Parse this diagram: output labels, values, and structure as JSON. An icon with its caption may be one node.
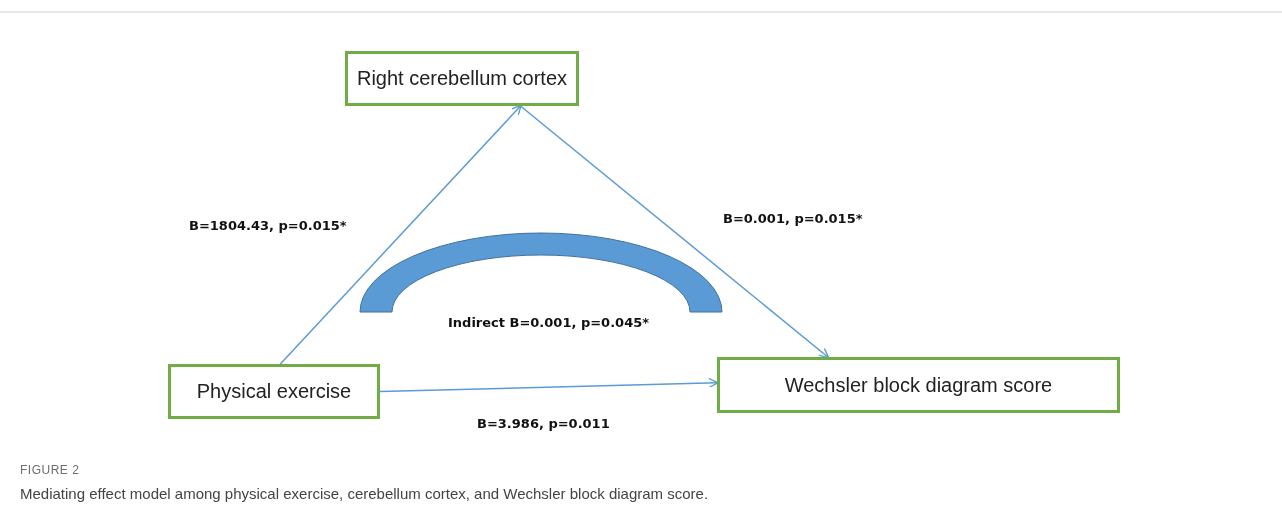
{
  "diagram": {
    "caption": "Mediating effect model among physical exercise, cerebellum cortex, and Wechsler block diagram score.",
    "nodes": [
      {
        "text": [
          "Right cerebellum cortex"
        ]
      },
      {
        "text": [
          "Physical exercise"
        ]
      },
      {
        "text": [
          "Wechsler block diagram score"
        ]
      },
      {
        "text": [],
        "shape": "arch"
      }
    ],
    "edges": [
      {
        "from": 1,
        "to": 0,
        "arrow": "to",
        "label": "B=1804.43, p=0.015*"
      },
      {
        "from": 0,
        "to": 2,
        "arrow": "to",
        "label": "B=0.001, p=0.015*"
      },
      {
        "from": 1,
        "to": 2,
        "arrow": "to",
        "label": "B=3.986, p=0.011"
      }
    ],
    "labels": [
      "Indirect B=0.001, p=0.045*",
      "FIGURE 2"
    ]
  }
}
